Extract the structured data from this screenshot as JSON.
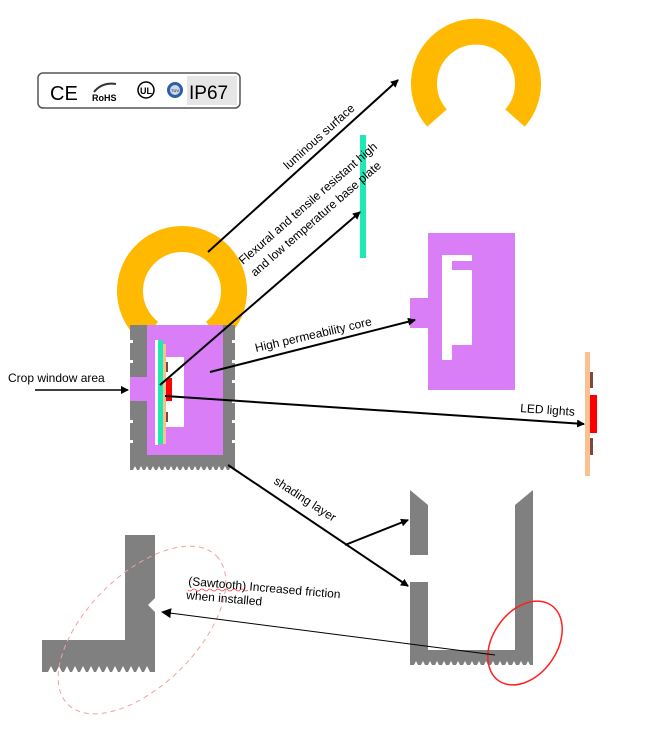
{
  "badge": {
    "marks": [
      "CE",
      "RoHS",
      "UL",
      "TÜV"
    ],
    "rating": "IP67"
  },
  "labels": {
    "luminous_surface": "luminous surface",
    "base_plate_line1": "Flexural and tensile resistant high",
    "base_plate_line2": "and low temperature base plate",
    "core": "High permeability core",
    "crop_window": "Crop window area",
    "led": "LED lights",
    "shading": "shading layer",
    "sawtooth_line1": "(Sawtooth) Increased friction",
    "sawtooth_line2": "when installed"
  },
  "colors": {
    "luminous": "#FFB900",
    "core": "#DA7EF8",
    "shading": "#808080",
    "base_plate": "#1EE8B4",
    "pcb": "#FAC090",
    "led": "#FF0000",
    "highlight": "#FF2020"
  }
}
